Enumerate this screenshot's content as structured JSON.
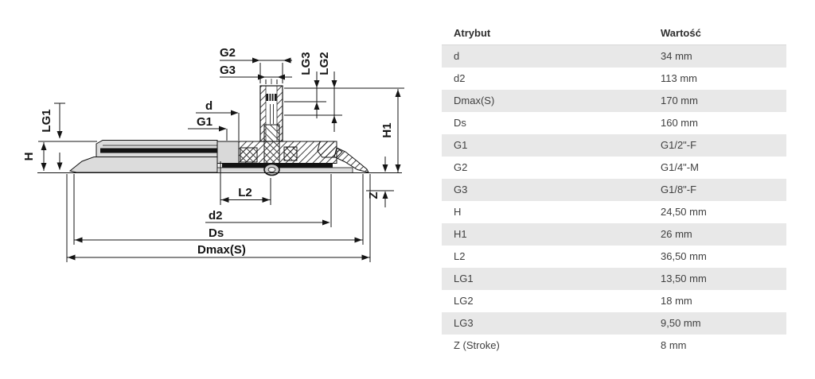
{
  "diagram": {
    "labels": {
      "g2": "G2",
      "g3": "G3",
      "lg3": "LG3",
      "lg2": "LG2",
      "d": "d",
      "g1": "G1",
      "lg1": "LG1",
      "h": "H",
      "h1": "H1",
      "z": "Z",
      "l2": "L2",
      "d2": "d2",
      "ds": "Ds",
      "dmax": "Dmax(S)"
    }
  },
  "table": {
    "headers": {
      "attribute": "Atrybut",
      "value": "Wartość"
    },
    "rows": [
      {
        "attribute": "d",
        "value": "34 mm"
      },
      {
        "attribute": "d2",
        "value": "113 mm"
      },
      {
        "attribute": "Dmax(S)",
        "value": "170 mm"
      },
      {
        "attribute": "Ds",
        "value": "160 mm"
      },
      {
        "attribute": "G1",
        "value": "G1/2\"-F"
      },
      {
        "attribute": "G2",
        "value": "G1/4\"-M"
      },
      {
        "attribute": "G3",
        "value": "G1/8\"-F"
      },
      {
        "attribute": "H",
        "value": "24,50 mm"
      },
      {
        "attribute": "H1",
        "value": "26 mm"
      },
      {
        "attribute": "L2",
        "value": "36,50 mm"
      },
      {
        "attribute": "LG1",
        "value": "13,50 mm"
      },
      {
        "attribute": "LG2",
        "value": "18 mm"
      },
      {
        "attribute": "LG3",
        "value": "9,50 mm"
      },
      {
        "attribute": "Z (Stroke)",
        "value": "8 mm"
      }
    ],
    "colors": {
      "row_alt": "#e8e8e8",
      "text": "#3f3f3f",
      "header_border": "#d7d7d7"
    }
  }
}
